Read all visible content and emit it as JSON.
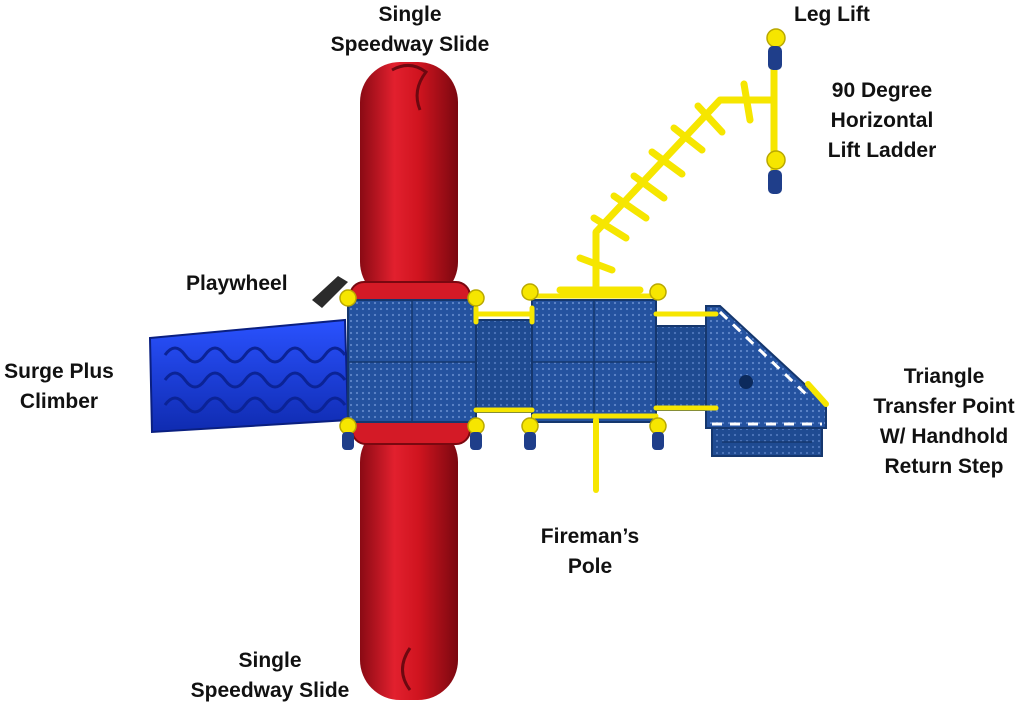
{
  "labels": {
    "slide_top": [
      "Single",
      "Speedway Slide"
    ],
    "slide_bottom": [
      "Single",
      "Speedway Slide"
    ],
    "leg_lift": [
      "Leg Lift"
    ],
    "ladder": [
      "90 Degree",
      "Horizontal",
      "Lift Ladder"
    ],
    "playwheel": [
      "Playwheel"
    ],
    "climber": [
      "Surge Plus",
      "Climber"
    ],
    "triangle": [
      "Triangle",
      "Transfer Point",
      "W/ Handhold",
      "Return Step"
    ],
    "pole": [
      "Fireman’s",
      "Pole"
    ]
  },
  "colors": {
    "deck_blue": "#1f4f9a",
    "slide_red": "#c8101f",
    "post_yellow": "#f6e600",
    "climber_blue": "#1a3fd6",
    "label_text": "#111111"
  }
}
